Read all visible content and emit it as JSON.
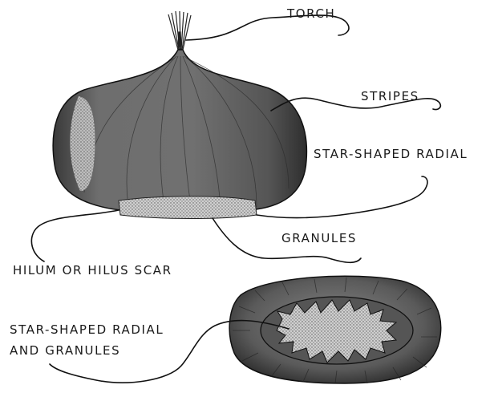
{
  "labels": {
    "torch": "TORCH",
    "stripes": "STRIPES",
    "star_shaped_radial": "STAR-SHAPED RADIAL",
    "granules": "GRANULES",
    "hilum": "HILUM OR HILUS SCAR",
    "star_shaped_radial_and_granules_line1": "STAR-SHAPED RADIAL",
    "star_shaped_radial_and_granules_line2": "AND GRANULES"
  }
}
